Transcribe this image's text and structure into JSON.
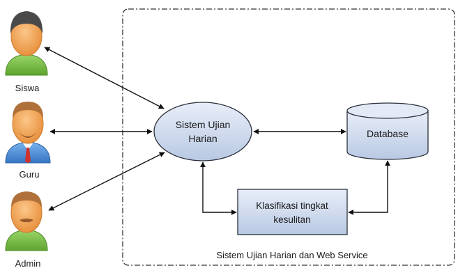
{
  "diagram": {
    "system_boundary": {
      "label": "Sistem Ujian Harian dan Web Service"
    },
    "actors": [
      {
        "name": "Siswa"
      },
      {
        "name": "Guru"
      },
      {
        "name": "Admin"
      }
    ],
    "nodes": {
      "process": {
        "line1": "Sistem Ujian",
        "line2": "Harian"
      },
      "database": {
        "label": "Database"
      },
      "classification": {
        "line1": "Klasifikasi tingkat",
        "line2": "kesulitan"
      }
    },
    "connections": [
      {
        "from": "Siswa",
        "to": "Sistem Ujian Harian",
        "direction": "both"
      },
      {
        "from": "Guru",
        "to": "Sistem Ujian Harian",
        "direction": "both"
      },
      {
        "from": "Admin",
        "to": "Sistem Ujian Harian",
        "direction": "both"
      },
      {
        "from": "Sistem Ujian Harian",
        "to": "Database",
        "direction": "both"
      },
      {
        "from": "Sistem Ujian Harian",
        "to": "Klasifikasi tingkat kesulitan",
        "direction": "both"
      },
      {
        "from": "Database",
        "to": "Klasifikasi tingkat kesulitan",
        "direction": "both"
      }
    ],
    "colors": {
      "node_fill_top": "#e8eef8",
      "node_fill_bottom": "#b9c9e3",
      "node_stroke": "#2a2f3a",
      "edge": "#111111",
      "boundary": "#333333",
      "actor_body_siswa": "#7cc24a",
      "actor_body_guru": "#4a8ed8",
      "actor_body_admin": "#7cc24a",
      "skin": "#f2a65a",
      "hair_siswa": "#4a4a4a",
      "hair_guru": "#b0703a",
      "hair_admin": "#b0703a",
      "tie": "#d2322d"
    }
  }
}
